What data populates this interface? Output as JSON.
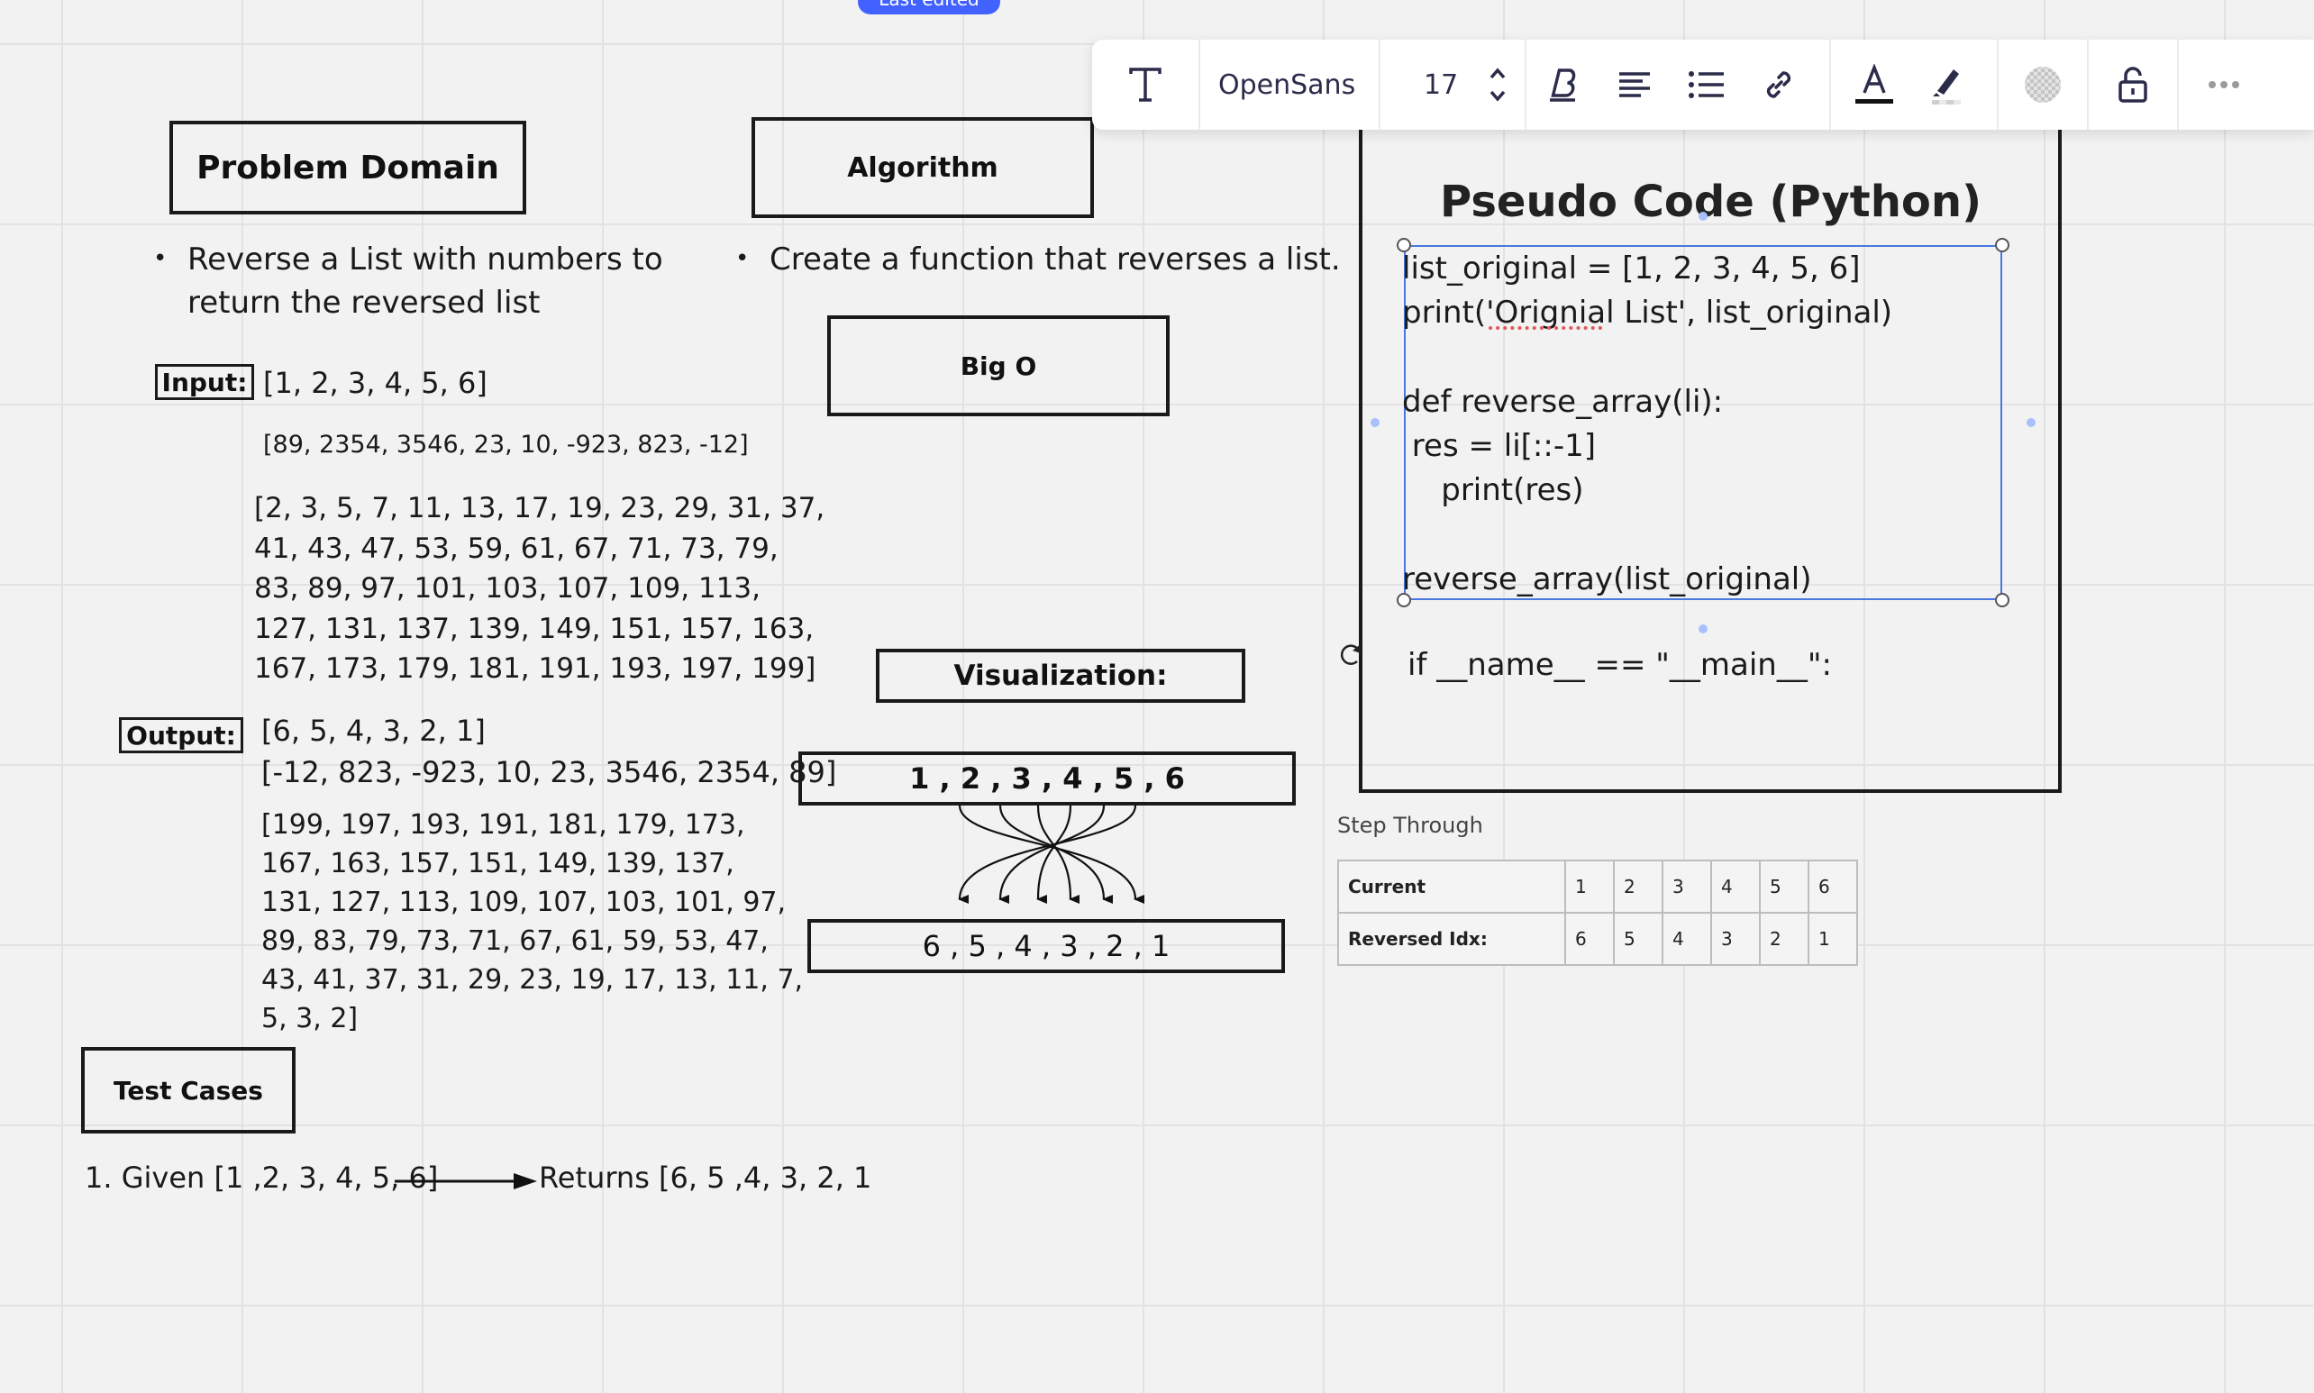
{
  "top_pill": {
    "label": "Last edited"
  },
  "toolbar": {
    "font_name": "OpenSans",
    "font_size": "17",
    "icons": [
      "text-type-icon",
      "bold-icon",
      "align-left-icon",
      "bullet-list-icon",
      "link-icon",
      "text-color-icon",
      "highlight-icon",
      "fill-transparent-icon",
      "unlock-icon",
      "more-icon"
    ]
  },
  "problem_domain": {
    "title": "Problem Domain",
    "bullet": "Reverse a List with numbers to\nreturn the reversed list"
  },
  "algorithm": {
    "title": "Algorithm",
    "bullet": "Create a function that reverses a list."
  },
  "big_o": {
    "title": "Big O"
  },
  "input": {
    "label": "Input:",
    "line1": "[1, 2, 3, 4, 5, 6]",
    "line2": "[89, 2354, 3546, 23, 10, -923, 823, -12]",
    "line3": "[2, 3, 5, 7, 11, 13, 17, 19, 23, 29, 31, 37,\n41, 43, 47, 53, 59, 61, 67, 71, 73, 79,\n83, 89, 97, 101, 103, 107, 109, 113,\n127, 131, 137, 139, 149, 151, 157, 163,\n167, 173, 179, 181, 191, 193, 197, 199]"
  },
  "output": {
    "label": "Output:",
    "line1": "[6, 5, 4, 3, 2, 1]",
    "line2": "[-12, 823, -923, 10, 23, 3546, 2354, 89]",
    "line3": "[199, 197, 193, 191, 181, 179, 173,\n167, 163, 157, 151, 149, 139, 137,\n131, 127, 113, 109, 107, 103, 101, 97,\n89, 83, 79, 73, 71, 67, 61, 59, 53, 47,\n43, 41, 37, 31, 29, 23, 19, 17, 13, 11, 7,\n5, 3, 2]"
  },
  "visualization": {
    "title": "Visualization:",
    "top_row": "1 , 2 , 3 , 4 , 5 , 6",
    "bottom_row": "6 , 5 , 4 , 3 , 2 , 1"
  },
  "test_cases": {
    "title": "Test Cases",
    "case1_given": "1. Given [1 ,2, 3, 4, 5, 6]",
    "case1_returns": "Returns [6, 5 ,4, 3, 2, 1"
  },
  "pseudo_code": {
    "title": "Pseudo Code (Python)",
    "code": "list_original = [1, 2, 3, 4, 5, 6]\nprint('Orignial List', list_original)\n\ndef reverse_array(li):\n res = li[::-1]\n    print(res)\n\nreverse_array(list_original)",
    "main_line": "if __name__ == \"__main__\":"
  },
  "step_through": {
    "caption": "Step Through",
    "rows": [
      {
        "header": "Current",
        "values": [
          "1",
          "2",
          "3",
          "4",
          "5",
          "6"
        ]
      },
      {
        "header": "Reversed Idx:",
        "values": [
          "6",
          "5",
          "4",
          "3",
          "2",
          "1"
        ]
      }
    ]
  }
}
